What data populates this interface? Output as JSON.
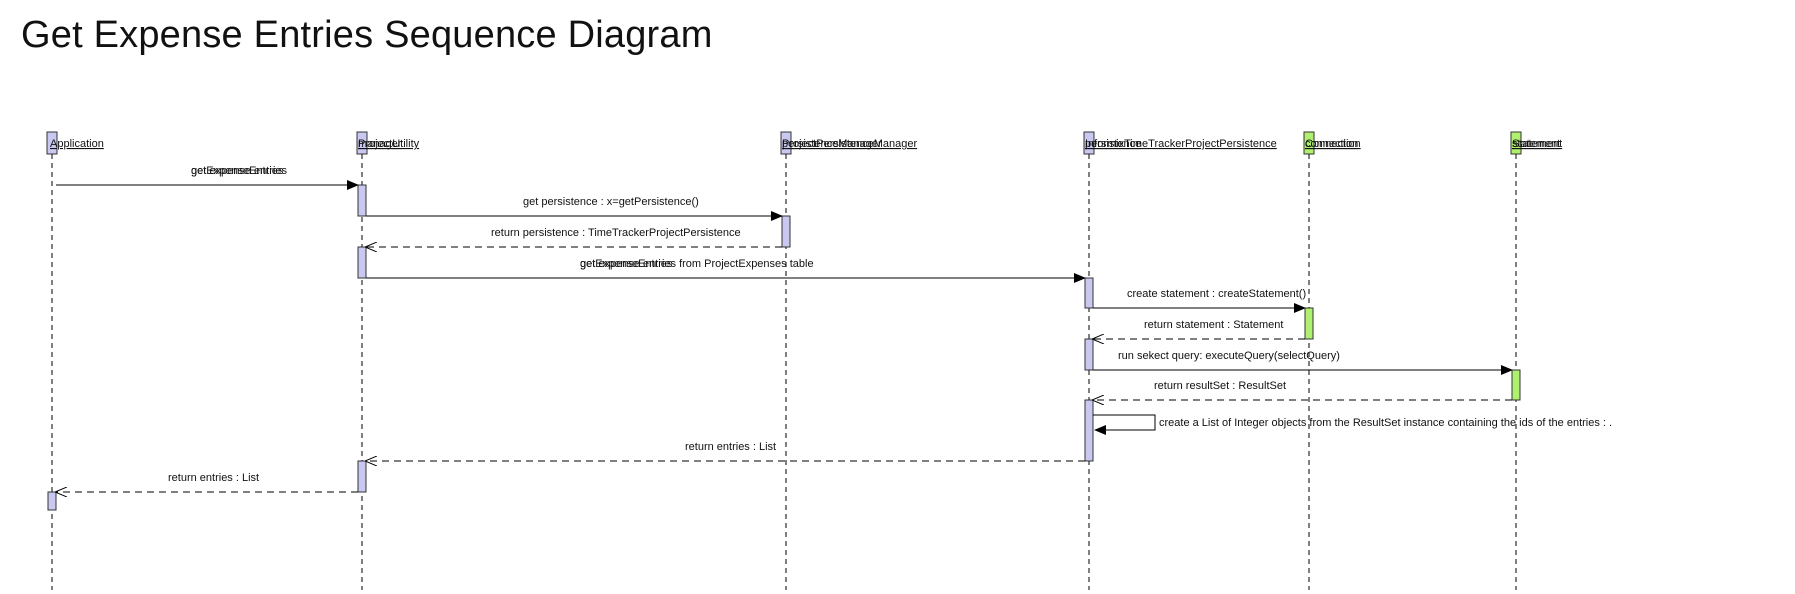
{
  "title": "Get Expense Entries Sequence Diagram",
  "colors": {
    "actor_fill": "#c8c8f0",
    "actor_alt_fill": "#b0f070",
    "line": "#000000",
    "text": "#111111"
  },
  "lifelines": [
    {
      "id": "app",
      "label": "Application",
      "fill": "actor"
    },
    {
      "id": "util",
      "label": "ProjectUtility",
      "overlap_label": "manager",
      "fill": "actor"
    },
    {
      "id": "mgr",
      "label": "ProjectPersistenceManager",
      "overlap_label": "persistenceManager",
      "fill": "actor"
    },
    {
      "id": "pers",
      "label": "InformixTimeTrackerProjectPersistence",
      "overlap_label": "persistence",
      "fill": "actor"
    },
    {
      "id": "conn",
      "label": "Connection",
      "overlap_label": "connection",
      "fill": "actor_alt"
    },
    {
      "id": "stmt",
      "label": "Statement",
      "overlap_label": "statement",
      "fill": "actor_alt"
    }
  ],
  "messages": [
    {
      "from": "app",
      "to": "util",
      "kind": "call",
      "label": "get expense entries",
      "overlap_label": "getExpenseEntries"
    },
    {
      "from": "util",
      "to": "mgr",
      "kind": "call",
      "label": "get persistence : x=getPersistence()"
    },
    {
      "from": "mgr",
      "to": "util",
      "kind": "return",
      "label": "return persistence : TimeTrackerProjectPersistence"
    },
    {
      "from": "util",
      "to": "pers",
      "kind": "call",
      "label": "get expense entries from ProjectExpenses table",
      "overlap_label": "getExpenseEntries"
    },
    {
      "from": "pers",
      "to": "conn",
      "kind": "call",
      "label": "create statement : createStatement()"
    },
    {
      "from": "conn",
      "to": "pers",
      "kind": "return",
      "label": "return statement : Statement"
    },
    {
      "from": "pers",
      "to": "stmt",
      "kind": "call",
      "label": "run sekect query: executeQuery(selectQuery)"
    },
    {
      "from": "stmt",
      "to": "pers",
      "kind": "return",
      "label": "return resultSet : ResultSet"
    },
    {
      "from": "pers",
      "to": "pers",
      "kind": "self",
      "label": "create a List of Integer objects from the ResultSet instance containing the ids of the entries : ."
    },
    {
      "from": "pers",
      "to": "util",
      "kind": "return",
      "label": "return entries : List"
    },
    {
      "from": "util",
      "to": "app",
      "kind": "return",
      "label": "return entries : List"
    }
  ]
}
